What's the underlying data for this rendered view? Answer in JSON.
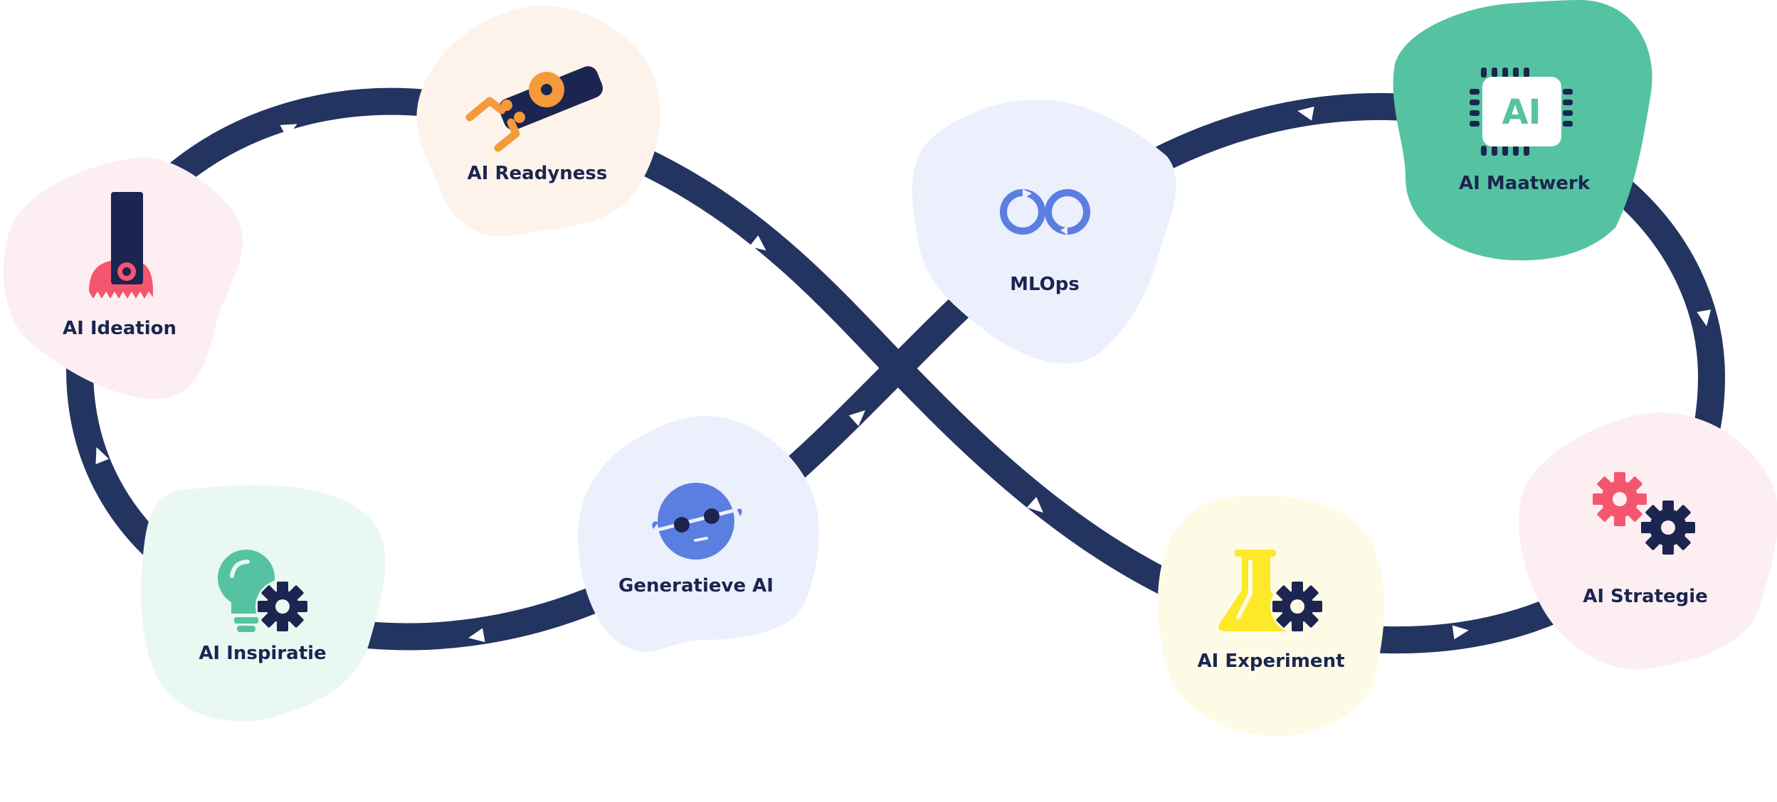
{
  "diagram": {
    "nodes": [
      {
        "key": "ideation",
        "label": "AI Ideation",
        "icon": "stamp-icon",
        "blob_color": "#fdeef1"
      },
      {
        "key": "readyness",
        "label": "AI Readyness",
        "icon": "robot-arm-icon",
        "blob_color": "#fdf3ea"
      },
      {
        "key": "inspiratie",
        "label": "AI Inspiratie",
        "icon": "lightbulb-gear-icon",
        "blob_color": "#eaf8f2"
      },
      {
        "key": "generatieve",
        "label": "Generatieve AI",
        "icon": "robot-face-icon",
        "blob_color": "#ecf0fc"
      },
      {
        "key": "mlops",
        "label": "MLOps",
        "icon": "infinity-loop-icon",
        "blob_color": "#ecf0fc"
      },
      {
        "key": "maatwerk",
        "label": "AI Maatwerk",
        "icon": "ai-chip-icon",
        "blob_color": "#55c3a1"
      },
      {
        "key": "strategie",
        "label": "AI Strategie",
        "icon": "gears-icon",
        "blob_color": "#fdeef1"
      },
      {
        "key": "experiment",
        "label": "AI Experiment",
        "icon": "flask-gear-icon",
        "blob_color": "#fdfbe6"
      }
    ],
    "colors": {
      "track": "#243461",
      "text": "#1b2550",
      "pink": "#f5566f",
      "orange": "#f49a3b",
      "green": "#55c3a1",
      "blue": "#5a7fe0",
      "yellow": "#fde82a",
      "arrow": "#ffffff"
    }
  }
}
